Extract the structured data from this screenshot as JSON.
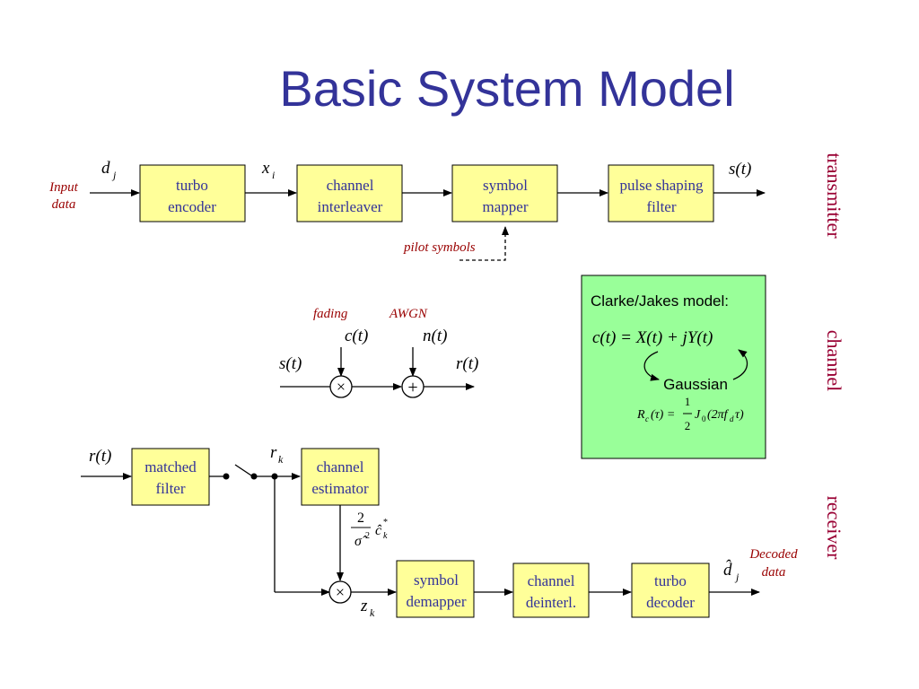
{
  "title": "Basic System Model",
  "section_labels": {
    "transmitter": "transmitter",
    "channel": "channel",
    "receiver": "receiver"
  },
  "transmitter": {
    "input_label": [
      "Input",
      "data"
    ],
    "d": "d",
    "d_sub": "j",
    "x": "x",
    "x_sub": "i",
    "s_out": "s(t)",
    "pilot": "pilot symbols",
    "blocks": {
      "turbo_encoder": [
        "turbo",
        "encoder"
      ],
      "channel_interleaver": [
        "channel",
        "interleaver"
      ],
      "symbol_mapper": [
        "symbol",
        "mapper"
      ],
      "pulse_shaping_filter": [
        "pulse shaping",
        "filter"
      ]
    }
  },
  "channel": {
    "fading": "fading",
    "awgn": "AWGN",
    "c": "c(t)",
    "n": "n(t)",
    "s_in": "s(t)",
    "r_out": "r(t)",
    "multiply": "×",
    "add": "+"
  },
  "model_box": {
    "heading": "Clarke/Jakes model:",
    "equation": "c(t) = X(t) + jY(t)",
    "gaussian": "Gaussian",
    "rc": "R",
    "rc_sub": "c",
    "rc_arg": "(τ) =",
    "half_num": "1",
    "half_den": "2",
    "j0": "J",
    "j0_sub": "0",
    "j0_arg": "(2πf",
    "fd_sub": "d",
    "tau_close": "τ)"
  },
  "receiver": {
    "r_in": "r(t)",
    "rk": "r",
    "rk_sub": "k",
    "zk": "z",
    "zk_sub": "k",
    "scale_num": "2",
    "scale_den": "σ̂",
    "scale_den_sup": "2",
    "ck": "ĉ",
    "ck_sup": "*",
    "ck_sub": "k",
    "d_hat": "d̂",
    "d_hat_sub": "j",
    "decoded": [
      "Decoded",
      "data"
    ],
    "multiply": "×",
    "blocks": {
      "matched_filter": [
        "matched",
        "filter"
      ],
      "channel_estimator": [
        "channel",
        "estimator"
      ],
      "symbol_demapper": [
        "symbol",
        "demapper"
      ],
      "channel_deinterl": [
        "channel",
        "deinterl."
      ],
      "turbo_decoder": [
        "turbo",
        "decoder"
      ]
    }
  },
  "colors": {
    "title": "#333399",
    "block_fill": "#ffff99",
    "block_text": "#333399",
    "annotation_red": "#990000",
    "side_label": "#990033",
    "model_fill": "#99ff99"
  }
}
